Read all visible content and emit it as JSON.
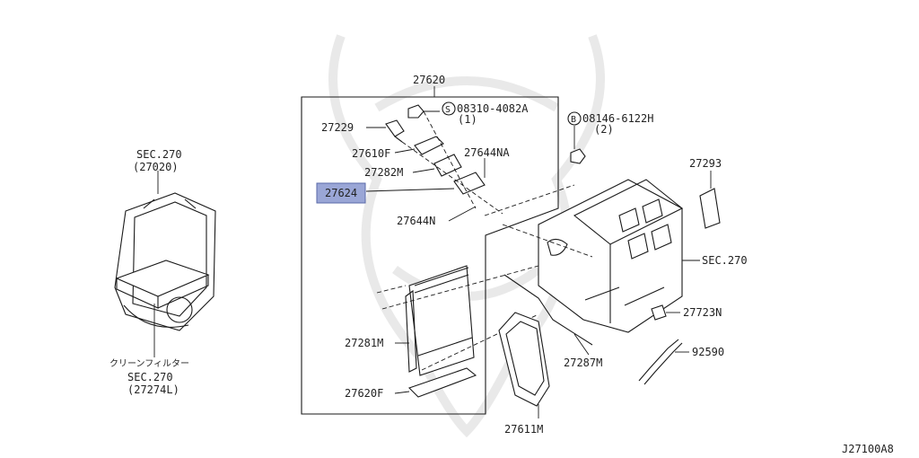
{
  "diagram": {
    "labels": {
      "sec270_top": "SEC.270",
      "sec270_top_code": "(27020)",
      "filter_jp": "クリーンフィルター",
      "sec270_bottom": "SEC.270",
      "sec270_bottom_code": "(27274L)",
      "p27620": "27620",
      "bolt_a": "08310-4082A",
      "bolt_a_qty": "(1)",
      "p27229": "27229",
      "p27610F": "27610F",
      "p27644NA": "27644NA",
      "p27282M": "27282M",
      "p27624": "27624",
      "p27644N": "27644N",
      "p27281M": "27281M",
      "p27620F": "27620F",
      "p27611M": "27611M",
      "bolt_b": "08146-6122H",
      "bolt_b_qty": "(2)",
      "p27293": "27293",
      "sec270_right": "SEC.270",
      "p27723N": "27723N",
      "p92590": "92590",
      "p27287M": "27287M",
      "diagram_code": "J27100A8"
    },
    "highlight_color": "#9aa6d6"
  }
}
